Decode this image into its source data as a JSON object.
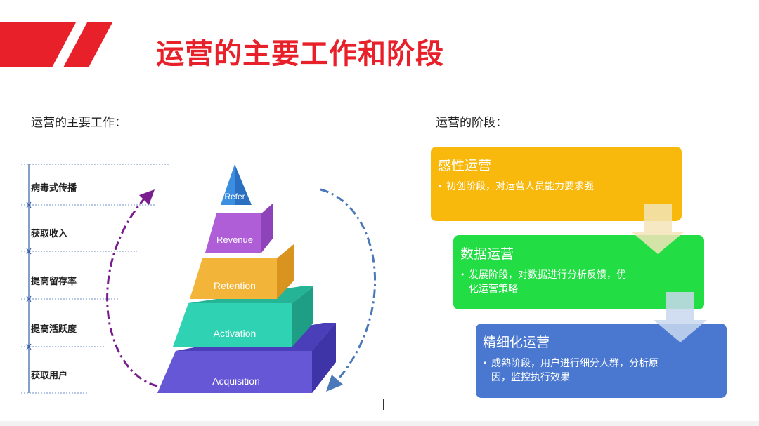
{
  "slide": {
    "title": "运营的主要工作和阶段",
    "left_heading": "运营的主要工作：",
    "right_heading": "运营的阶段：",
    "accent_color": "#e8202a"
  },
  "funnel_levels": [
    {
      "label": "病毒式传播",
      "pyramid_label": "Refer",
      "color": "#3c8fe0"
    },
    {
      "label": "获取收入",
      "pyramid_label": "Revenue",
      "color": "#b05ed8"
    },
    {
      "label": "提高留存率",
      "pyramid_label": "Retention",
      "color": "#f3b43a"
    },
    {
      "label": "提高活跃度",
      "pyramid_label": "Activation",
      "color": "#2fd3b4"
    },
    {
      "label": "获取用户",
      "pyramid_label": "Acquisition",
      "color": "#6657d6"
    }
  ],
  "stages": [
    {
      "title": "感性运营",
      "desc": "初创阶段，对运营人员能力要求强",
      "color": "#f8b80c"
    },
    {
      "title": "数据运营",
      "desc": "发展阶段，对数据进行分析反馈，优化运营策略",
      "color": "#22dd44"
    },
    {
      "title": "精细化运营",
      "desc": "成熟阶段，用户进行细分人群，分析原因，监控执行效果",
      "color": "#4a78d0"
    }
  ],
  "icons": [
    "red-banner-stripes",
    "purple-cycle-arrow-icon",
    "blue-cycle-arrow-icon",
    "down-arrow-icon"
  ]
}
